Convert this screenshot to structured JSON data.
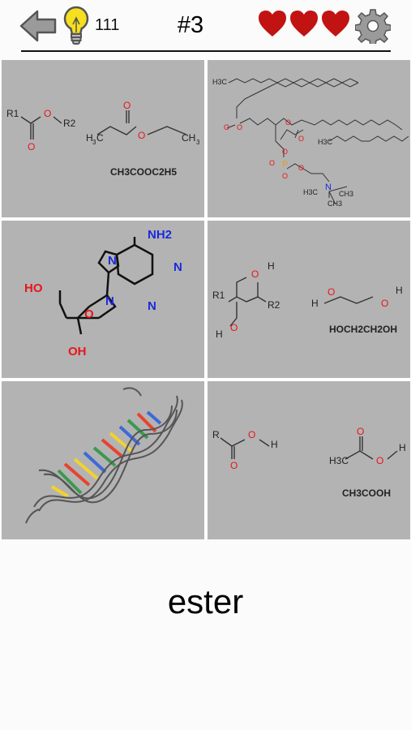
{
  "header": {
    "hint_count": "111",
    "level": "#3",
    "lives_remaining": 3,
    "icons": [
      "back-arrow-icon",
      "lightbulb-icon",
      "heart-icon",
      "gear-icon"
    ]
  },
  "tiles": [
    {
      "id": "ester-general",
      "labels": [
        "R1",
        "O",
        "R2",
        "O",
        "O",
        "O",
        "H",
        "3",
        "C",
        "CH",
        "3"
      ],
      "formula": "CH3COOC2H5"
    },
    {
      "id": "phosphatidylcholine",
      "labels": [
        "H3C",
        "O",
        "O",
        "O",
        "O",
        "O",
        "P",
        "O",
        "O",
        "O",
        "H3C",
        "H3C",
        "N",
        "CH3",
        "CH3"
      ]
    },
    {
      "id": "deoxyadenosine",
      "labels": [
        "NH2",
        "N",
        "N",
        "N",
        "N",
        "HO",
        "O",
        "OH"
      ]
    },
    {
      "id": "diol",
      "labels": [
        "O",
        "H",
        "R1",
        "R2",
        "H",
        "O",
        "H",
        "O",
        "O",
        "H"
      ],
      "formula": "HOCH2CH2OH"
    },
    {
      "id": "dna",
      "labels": []
    },
    {
      "id": "carboxylic-acid",
      "labels": [
        "R",
        "O",
        "H",
        "O",
        "O",
        "H3C",
        "O",
        "H"
      ],
      "formula": "CH3COOH"
    }
  ],
  "answer": "ester",
  "colors": {
    "tile_bg": "#b3b3b3",
    "oxygen": "#e8151b",
    "nitrogen": "#1a2bdc",
    "phosphorus": "#e89a1a",
    "heart": "#c21313",
    "bulb": "#f5df1e"
  }
}
